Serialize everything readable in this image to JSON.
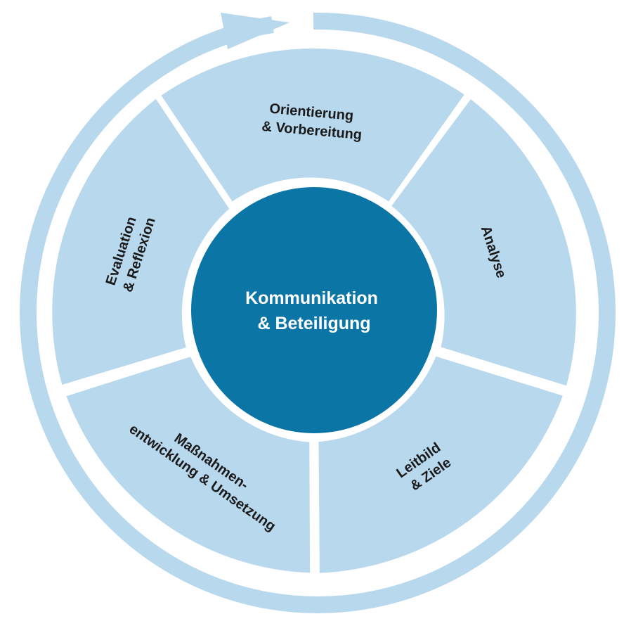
{
  "diagram": {
    "center": {
      "line1": "Kommunikation",
      "line2": "& Beteiligung"
    },
    "segments": [
      {
        "id": "orientierung",
        "line1": "Orientierung",
        "line2": "& Vorbereitung"
      },
      {
        "id": "analyse",
        "line1": "Analyse"
      },
      {
        "id": "leitbild",
        "line1": "Leitbild",
        "line2": "& Ziele"
      },
      {
        "id": "massnahmen",
        "line1": "Maßnahmen-",
        "line2": "entwicklung & Umsetzung"
      },
      {
        "id": "evaluation",
        "line1": "Evaluation",
        "line2": "& Reflexion"
      }
    ],
    "colors": {
      "segment_fill": "#b8d8ee",
      "outer_ring": "#b8d8ee",
      "center_fill": "#0b76a6",
      "segment_text": "#1a1a1a",
      "center_text": "#ffffff"
    }
  }
}
